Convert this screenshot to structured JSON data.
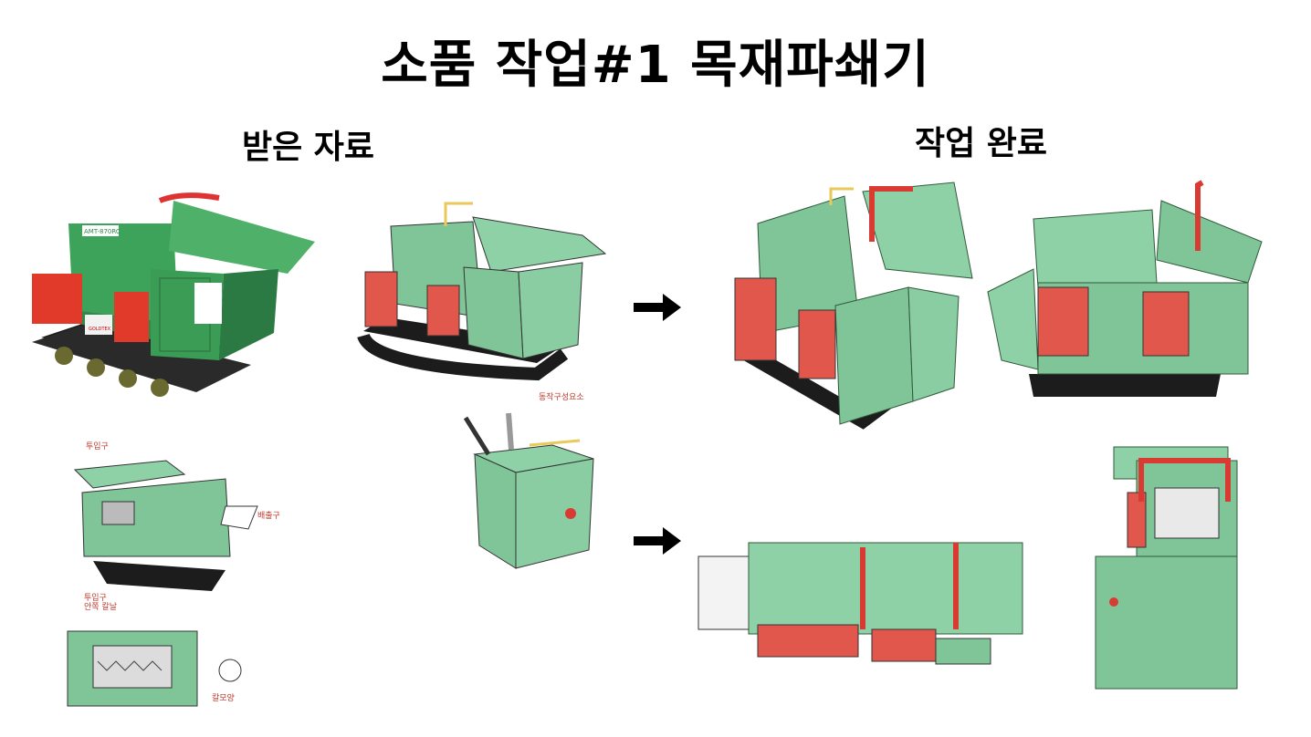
{
  "title": "소품 작업#1 목재파쇄기",
  "sections": {
    "received": "받은 자료",
    "completed": "작업 완료"
  },
  "photo": {
    "brand_plate": "AMT-870RC",
    "logo_text": "GOLDTEX"
  },
  "sketch_notes": {
    "mechanism": "동작구성요소",
    "inlet": "투입구",
    "outlet": "배출구",
    "inlet_inside": "투입구\n안쪽 칼날",
    "blade_shape": "칼모양"
  },
  "icons": [
    "arrow-right-icon",
    "arrow-right-icon"
  ],
  "colors": {
    "body_green": "#7fc598",
    "dark_green": "#2f8a4a",
    "tank_red": "#e2574c",
    "handle_red": "#d93b32",
    "track_black": "#1c1c1c",
    "rod_yellow": "#e8c95a"
  }
}
